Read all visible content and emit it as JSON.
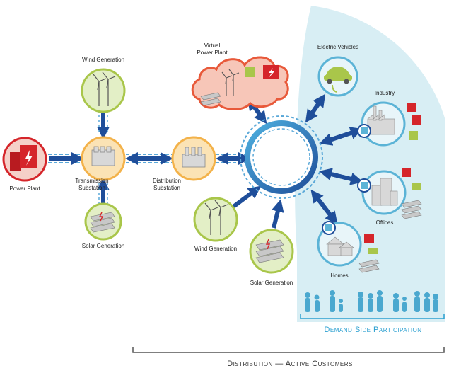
{
  "colors": {
    "accent_blue": "#1f4e9a",
    "dashed_blue": "#5aa8d8",
    "light_blue_fill": "#d8eef4",
    "orange_node": "#f3b24a",
    "green_node": "#a9c64a",
    "teal_node": "#5bb3d6",
    "red_generator": "#d5252a",
    "demand_text": "#2a9fd0"
  },
  "nodes": {
    "power_plant": {
      "label": "Power Plant",
      "icon": "power-plant-icon"
    },
    "transmission": {
      "label": "Transmission\nSubstation",
      "icon": "substation-icon"
    },
    "distribution": {
      "label": "Distribution\nSubstation",
      "icon": "substation-icon"
    },
    "wind_left": {
      "label": "Wind Generation",
      "icon": "wind-turbine-icon"
    },
    "solar_left": {
      "label": "Solar Generation",
      "icon": "solar-panel-icon"
    },
    "wind_center": {
      "label": "Wind Generation",
      "icon": "wind-turbine-icon"
    },
    "solar_center": {
      "label": "Solar Generation",
      "icon": "solar-panel-icon"
    },
    "virtual_power_plant": {
      "label": "Virtual\nPower Plant",
      "icon": "cloud-icon"
    },
    "electric_vehicles": {
      "label": "Electric Vehicles",
      "icon": "car-icon"
    },
    "industry": {
      "label": "Industry",
      "icon": "factory-icon"
    },
    "offices": {
      "label": "Offices",
      "icon": "office-building-icon"
    },
    "homes": {
      "label": "Homes",
      "icon": "house-icon"
    }
  },
  "banners": {
    "demand": "Demand Side Participation",
    "distribution": "Distribution — Active Customers"
  }
}
